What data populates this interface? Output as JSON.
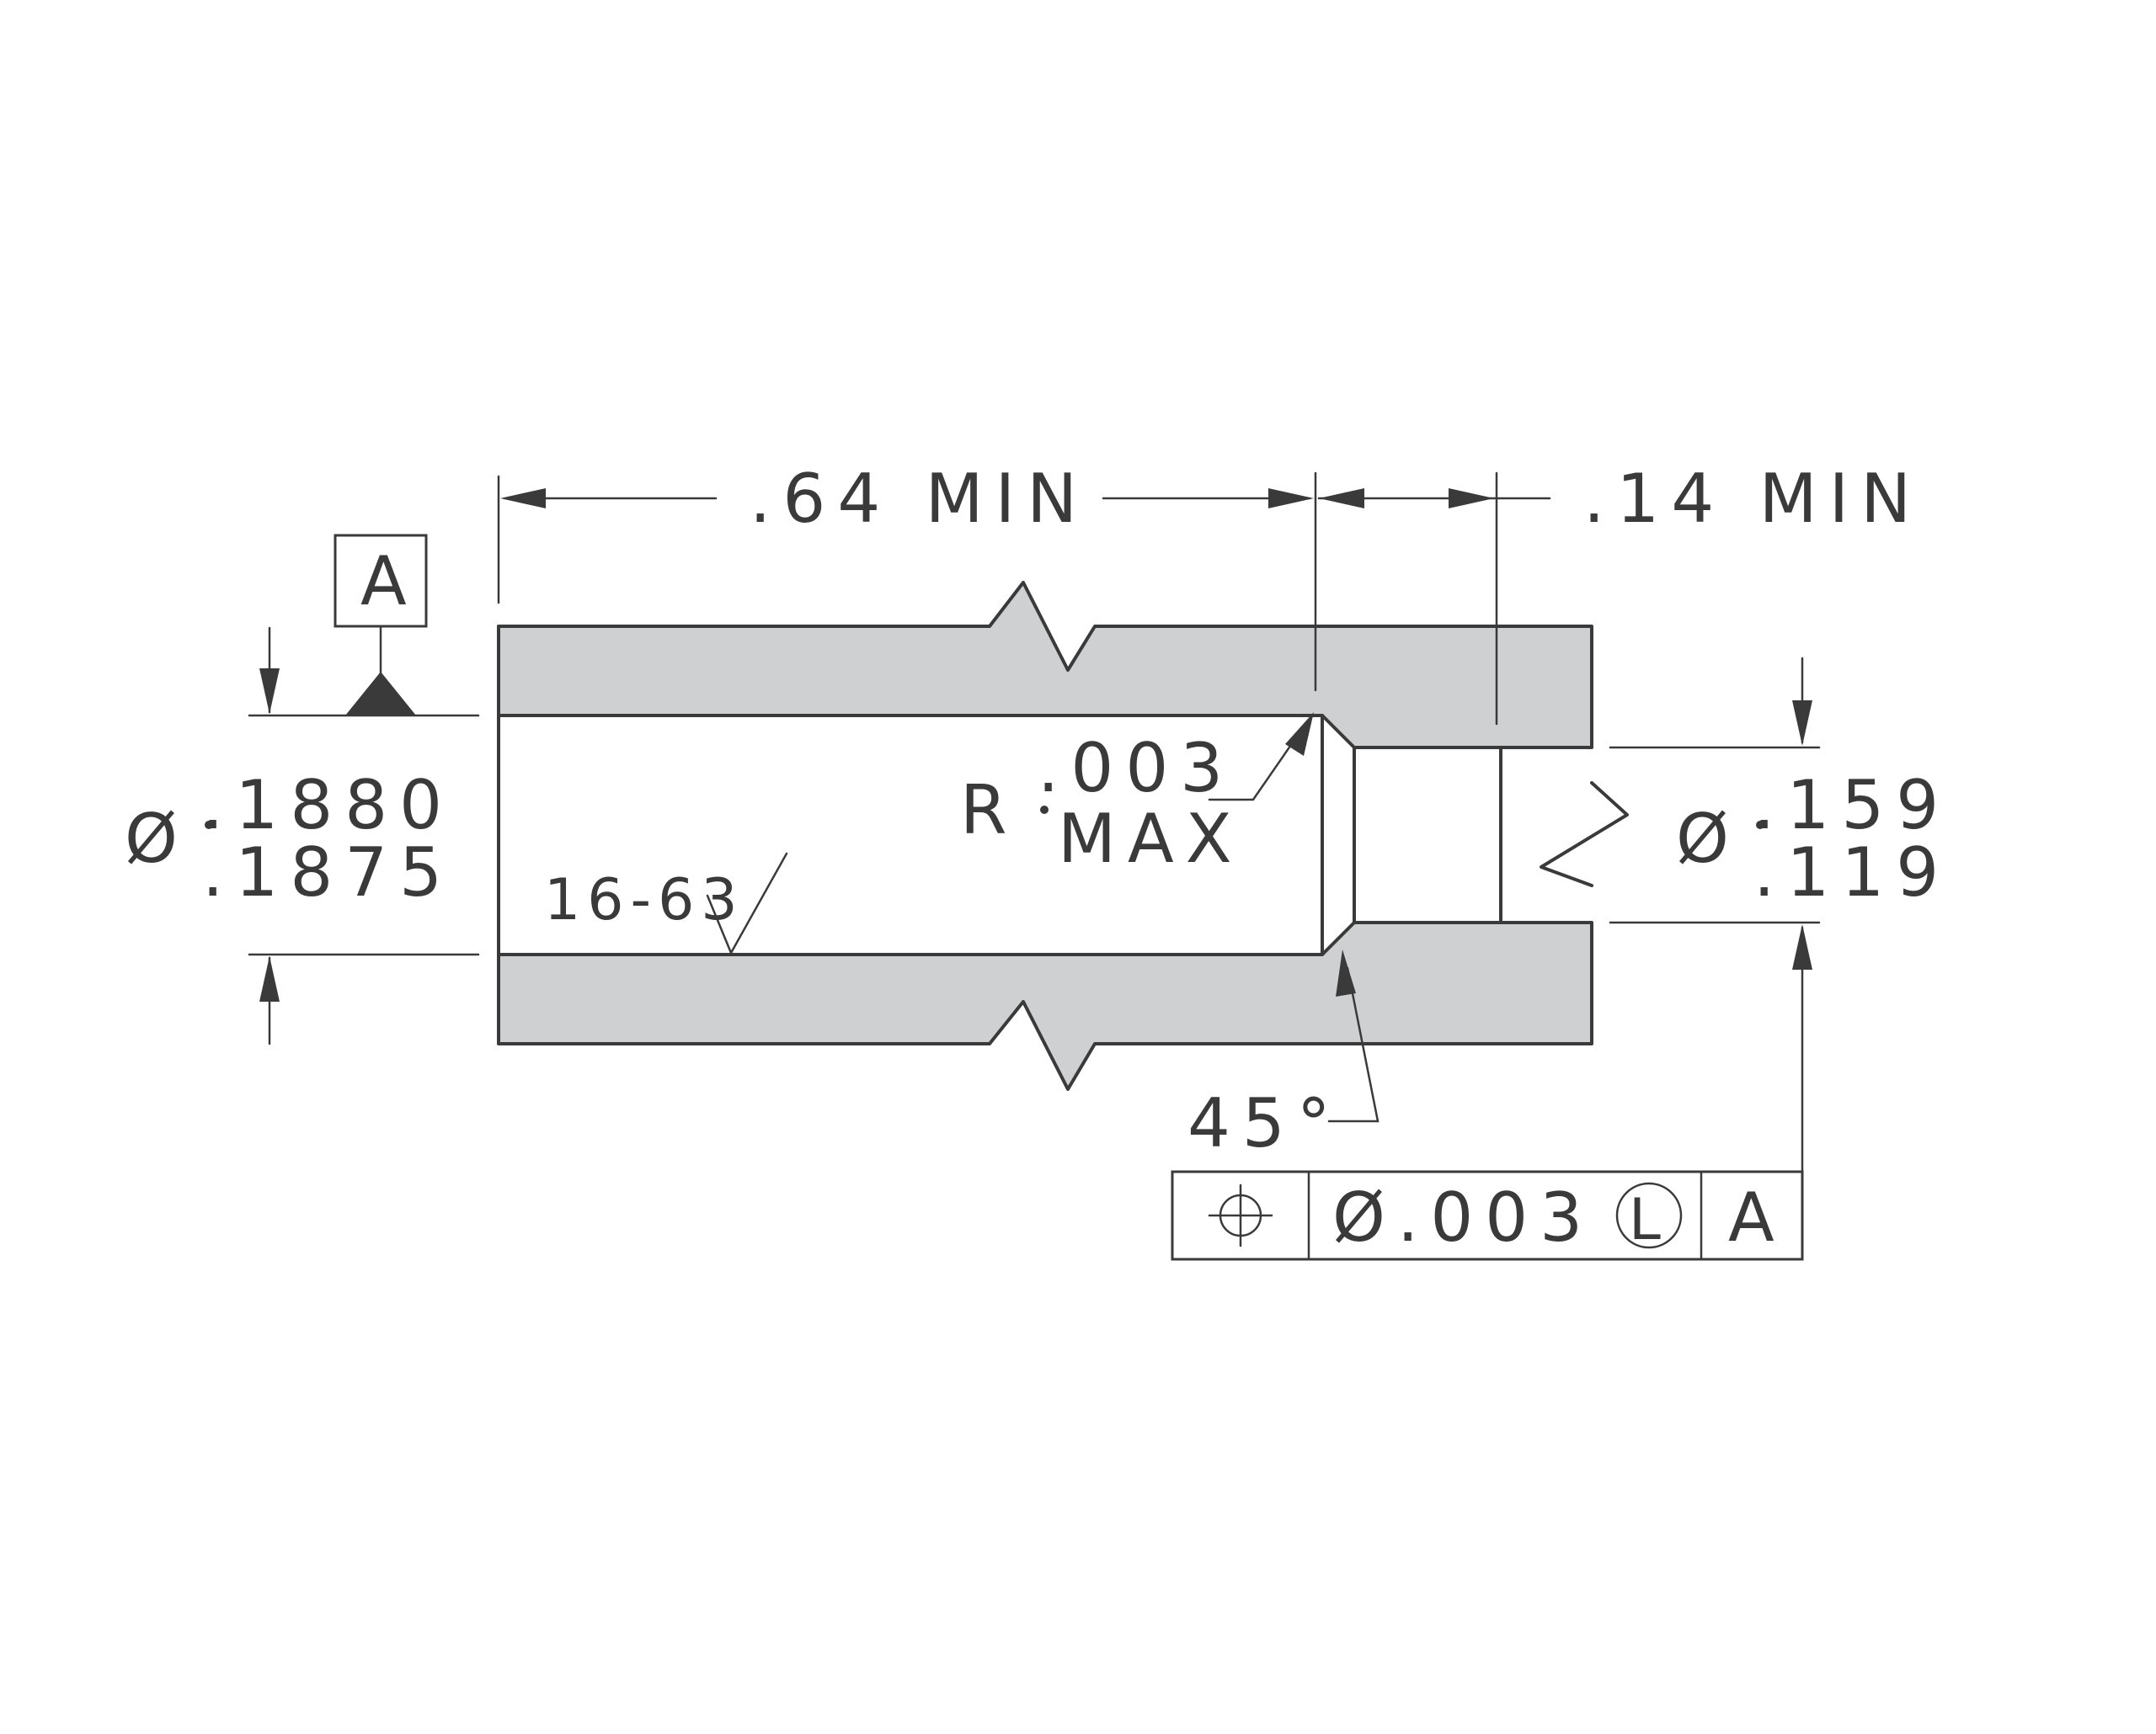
{
  "datum": {
    "label": "A"
  },
  "dimensions": {
    "length": ".64 MIN",
    "counterbore_depth": ".14 MIN",
    "bore_dia_symbol": "Ø",
    "bore_dia_upper": ".1880",
    "bore_dia_lower": ".1875",
    "hole_dia_symbol": "Ø",
    "hole_dia_upper": ".159",
    "hole_dia_lower": ".119",
    "radius_prefix": "R",
    "radius_value": ".003",
    "radius_note": "MAX",
    "chamfer_angle": "45°"
  },
  "surface_finish": "16-63",
  "feature_control_frame": {
    "symbol": "position-icon",
    "tolerance": "Ø.003",
    "modifier": "L",
    "datum": "A"
  },
  "colors": {
    "section_fill": "#cfd0d2",
    "line": "#3a3a3a"
  }
}
